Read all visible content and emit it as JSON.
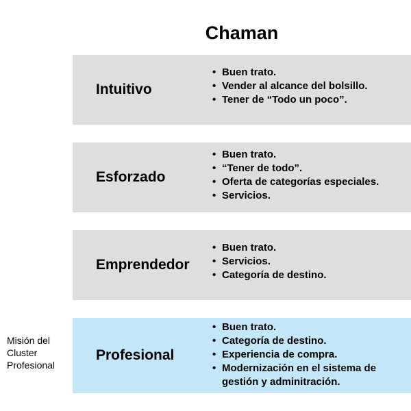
{
  "title": "Chaman",
  "side_label": [
    "Misión del",
    "Cluster",
    "Profesional"
  ],
  "bullet_glyph": "•",
  "highlight_color": "#c3e6f8",
  "band_color": "#dedede",
  "bands": [
    {
      "name": "Intuitivo",
      "items": [
        "Buen trato.",
        "Vender al alcance del bolsillo.",
        "Tener de “Todo un poco”."
      ]
    },
    {
      "name": "Esforzado",
      "items": [
        "Buen trato.",
        "“Tener de todo”.",
        "Oferta de categorías especiales.",
        "Servicios."
      ]
    },
    {
      "name": "Emprendedor",
      "items": [
        "Buen trato.",
        "Servicios.",
        "Categoría de destino."
      ]
    },
    {
      "name": "Profesional",
      "items": [
        "Buen trato.",
        "Categoría de destino.",
        "Experiencia de compra.",
        "Modernización en el sistema de gestión y adminitración."
      ]
    }
  ]
}
